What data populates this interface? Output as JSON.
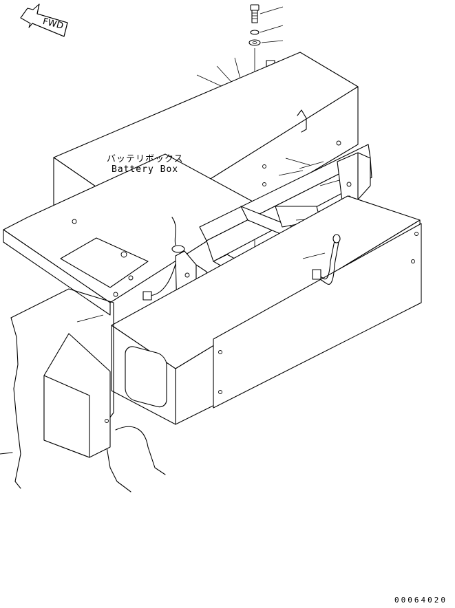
{
  "labels": {
    "direction": "FWD",
    "assembly_jp": "バッテリボックス",
    "assembly_en": "Battery Box",
    "drawing_number": "00064020"
  }
}
